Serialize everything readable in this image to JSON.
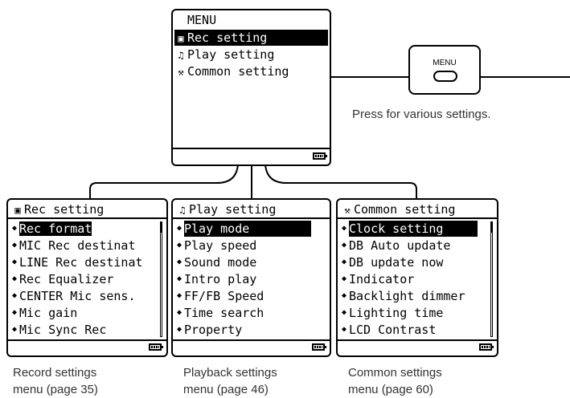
{
  "main_menu": {
    "title": "MENU",
    "items": [
      {
        "icon": "rec-icon",
        "label": "Rec setting",
        "selected": true
      },
      {
        "icon": "music-note-icon",
        "label": "Play setting",
        "selected": false
      },
      {
        "icon": "wrench-icon",
        "label": "Common setting",
        "selected": false
      }
    ]
  },
  "menu_button": {
    "label": "MENU",
    "caption": "Press for various settings."
  },
  "rec_menu": {
    "title": "Rec setting",
    "items": [
      "Rec format",
      "MIC Rec destinat",
      "LINE Rec destinat",
      "Rec Equalizer",
      "CENTER Mic sens.",
      "Mic gain",
      "Mic Sync Rec"
    ],
    "caption_line1": "Record settings",
    "caption_line2": "menu (page 35)"
  },
  "play_menu": {
    "title": "Play setting",
    "items": [
      "Play mode",
      "Play speed",
      "Sound mode",
      "Intro play",
      "FF/FB Speed",
      "Time search",
      "Property"
    ],
    "caption_line1": "Playback settings",
    "caption_line2": "menu (page 46)"
  },
  "common_menu": {
    "title": "Common setting",
    "items": [
      "Clock setting",
      "DB Auto update",
      "DB update now",
      "Indicator",
      "Backlight dimmer",
      "Lighting time",
      "LCD Contrast"
    ],
    "caption_line1": "Common settings",
    "caption_line2": "menu (page 60)"
  }
}
